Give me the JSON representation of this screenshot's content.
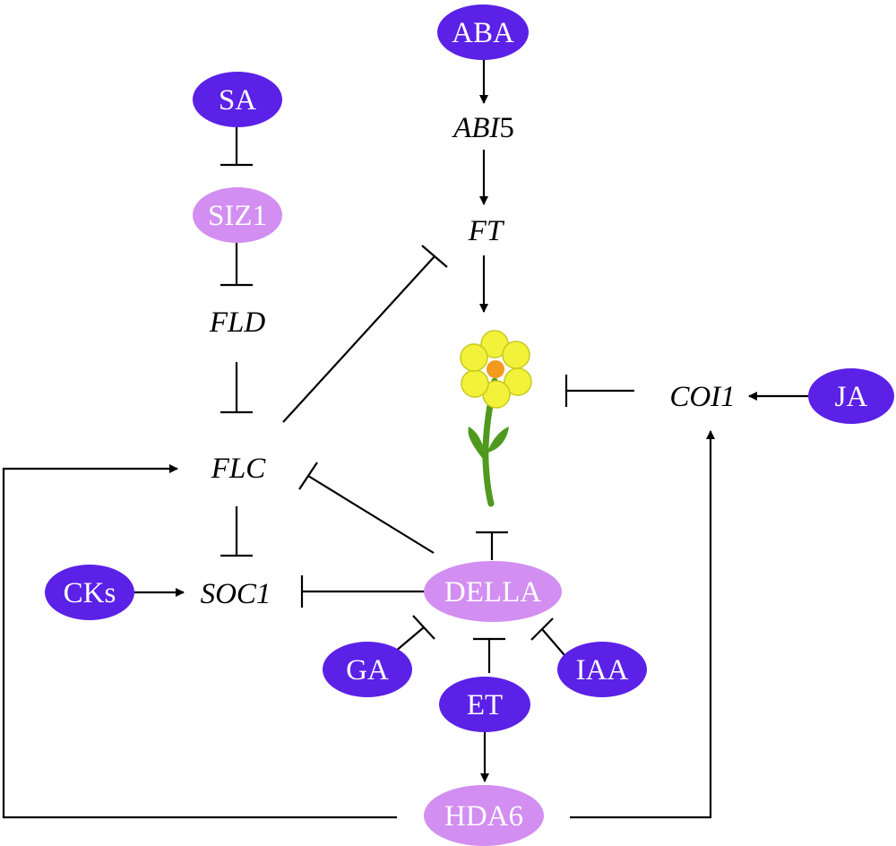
{
  "colors": {
    "hormone_node": "#5b21e6",
    "protein_node": "#d28ef0",
    "edge": "#000000",
    "petal": "#f2f23a",
    "petal_outline": "#c8c81e",
    "flower_center": "#f29a1e",
    "stem": "#4f9a1e"
  },
  "hormones": {
    "aba": "ABA",
    "sa": "SA",
    "ja": "JA",
    "cks": "CKs",
    "ga": "GA",
    "et": "ET",
    "iaa": "IAA"
  },
  "proteins": {
    "siz1": "SIZ1",
    "della": "DELLA",
    "hda6": "HDA6"
  },
  "genes": {
    "abi5_prefix": "ABI",
    "abi5_suffix": "5",
    "ft": "FT",
    "fld": "FLD",
    "flc": "FLC",
    "soc1": "SOC1",
    "coi1": "COI1"
  },
  "icons": {
    "flower": "flower-icon"
  }
}
